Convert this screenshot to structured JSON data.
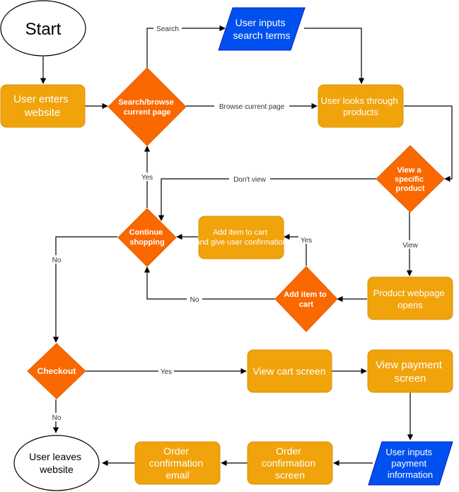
{
  "colors": {
    "process": "#f0a30a",
    "process_stroke": "#d9930b",
    "decision": "#fa6800",
    "decision_stroke": "#e56000",
    "io": "#0050ef",
    "io_stroke": "#001dbc",
    "terminal_fill": "#ffffff",
    "line": "#000000"
  },
  "nodes": {
    "start": "Start",
    "user_enters": "User enters website",
    "search_browse": "Search/browse current page",
    "user_inputs_search": "User inputs search terms",
    "user_looks": "User looks through products",
    "view_specific": "View a specific product",
    "product_webpage": "Product webpage opens",
    "add_to_cart_decision": "Add item to cart",
    "add_item_confirm": "Add item to cart and give user confirmation",
    "continue_shopping": "Continue shopping",
    "checkout": "Checkout",
    "view_cart": "View cart screen",
    "view_payment": "View payment screen",
    "user_inputs_payment": "User inputs payment information",
    "order_conf_screen": "Order confirmation screen",
    "order_conf_email": "Order confirmation email",
    "user_leaves": "User leaves website"
  },
  "edge_labels": {
    "search": "Search",
    "browse": "Browse current page",
    "dont_view": "Don't view",
    "view": "View",
    "yes_add": "Yes",
    "no_add": "No",
    "yes_continue": "Yes",
    "no_continue": "No",
    "yes_checkout": "Yes",
    "no_checkout": "No"
  }
}
